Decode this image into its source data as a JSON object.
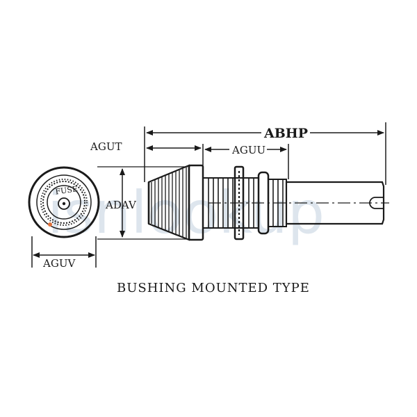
{
  "labels": {
    "abhp": "ABHP",
    "agut": "AGUT",
    "aguu": "AGUU",
    "adav": "ADAV",
    "aguv": "AGUV",
    "fuse": "FUSE"
  },
  "caption": "BUSHING MOUNTED TYPE",
  "watermark": "isnlookup",
  "colors": {
    "ink": "#1a1a1a",
    "watermark": "#b5c7d8",
    "accent_dot": "#e0703a"
  }
}
